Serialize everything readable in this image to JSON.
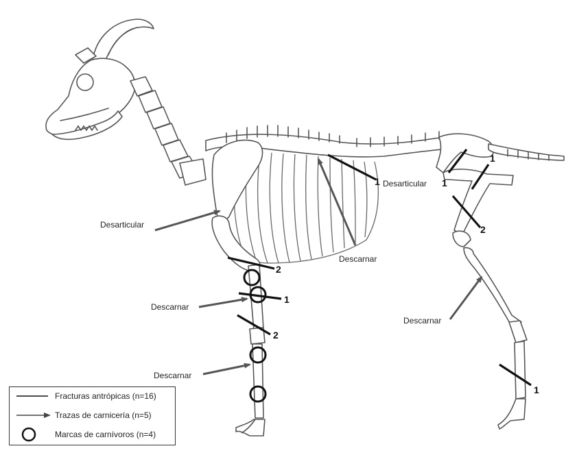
{
  "annotations": {
    "desarticular_shoulder": "Desarticular",
    "desarticular_hip": "Desarticular",
    "descarnar_ribs": "Descarnar",
    "descarnar_foreleg_upper": "Descarnar",
    "descarnar_foreleg_lower": "Descarnar",
    "descarnar_hindleg": "Descarnar"
  },
  "fracture_numbers": [
    "1",
    "1",
    "1",
    "2",
    "2",
    "1",
    "2",
    "1"
  ],
  "legend": {
    "fracture": "Fracturas antrópicas (n=16)",
    "butchery": "Trazas de carnicería (n=5)",
    "carnivore": "Marcas de carnívoros (n=4)"
  },
  "colors": {
    "fracture_line": "#111111",
    "arrow": "#555555",
    "bone_outline": "#555555"
  }
}
